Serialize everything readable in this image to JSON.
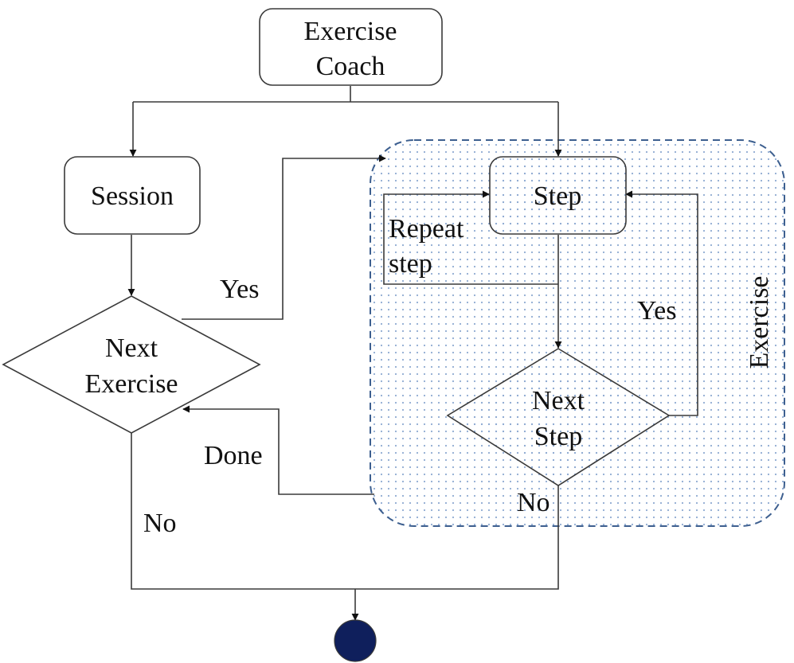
{
  "nodes": {
    "exercise_coach": [
      "Exercise",
      "Coach"
    ],
    "session": "Session",
    "next_exercise": [
      "Next",
      "Exercise"
    ],
    "step": "Step",
    "next_step": [
      "Next",
      "Step"
    ]
  },
  "edges": {
    "yes_to_exercise": "Yes",
    "done_back": "Done",
    "no_to_end": "No",
    "repeat_step": [
      "Repeat",
      "step"
    ],
    "yes_next_step": "Yes",
    "no_exit_exercise": "No"
  },
  "group": {
    "label": "Exercise"
  },
  "colors": {
    "stroke": "#3a3a3a",
    "region_border": "#3d5f8f",
    "region_dots": "#8eaad1",
    "end_node": "#0f1f5c"
  }
}
